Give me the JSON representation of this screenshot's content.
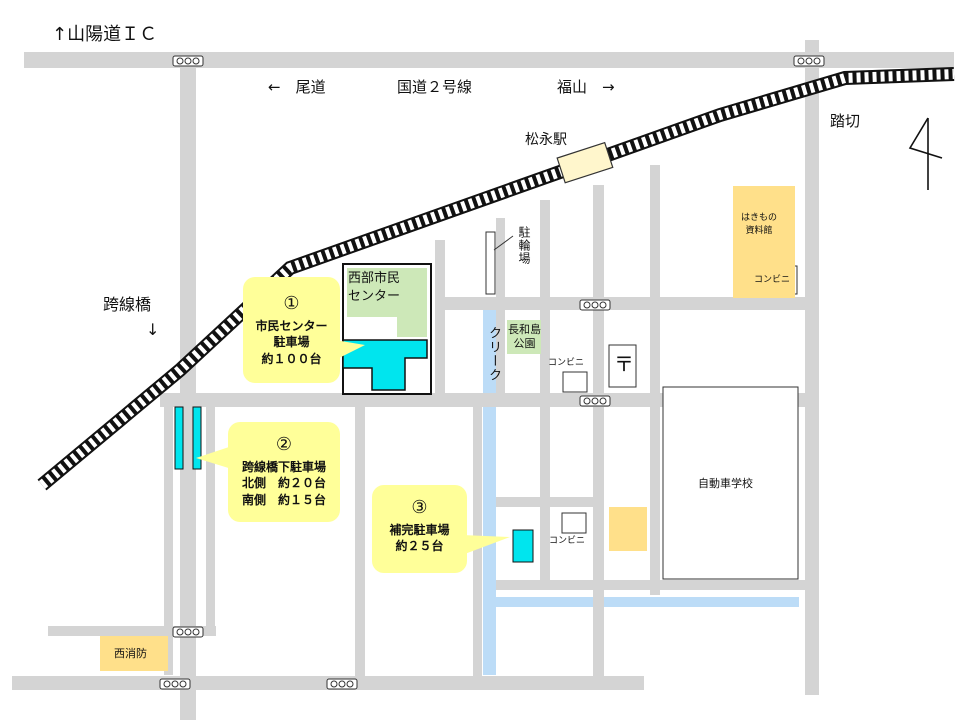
{
  "labels": {
    "ic": "↑山陽道ＩＣ",
    "onomichi": "←　尾道",
    "route": "国道２号線",
    "fukuyama": "福山　→",
    "station": "松永駅",
    "crossing": "踏切",
    "overpass": "跨線橋",
    "overpass_arrow": "↓",
    "community_center": "西部市民\nセンター",
    "bicycle_parking": "駐輪場",
    "creek": "クリーク",
    "park": "長和島\n公園",
    "museum": "はきもの\n資料館",
    "driving_school": "自動車学校",
    "fire_station": "西消防",
    "post_office_symbol": "〒"
  },
  "convenience_stores": [
    "コンビニ",
    "コンビニ",
    "コンビニ"
  ],
  "parking": [
    {
      "number": "①",
      "name": "市民センター\n駐車場",
      "capacity": "約１００台"
    },
    {
      "number": "②",
      "name": "跨線橋下駐車場",
      "detail_1": "北側　約２０台",
      "detail_2": "南側　約１５台"
    },
    {
      "number": "③",
      "name": "補完駐車場",
      "capacity": "約２５台"
    }
  ],
  "colors": {
    "road": "#d4d4d4",
    "parking": "#00e5ee",
    "callout": "#ffff99",
    "facility": "#ffe08a",
    "green": "#cde8b8",
    "creek": "#bcdcf7",
    "rail": "#111111"
  }
}
